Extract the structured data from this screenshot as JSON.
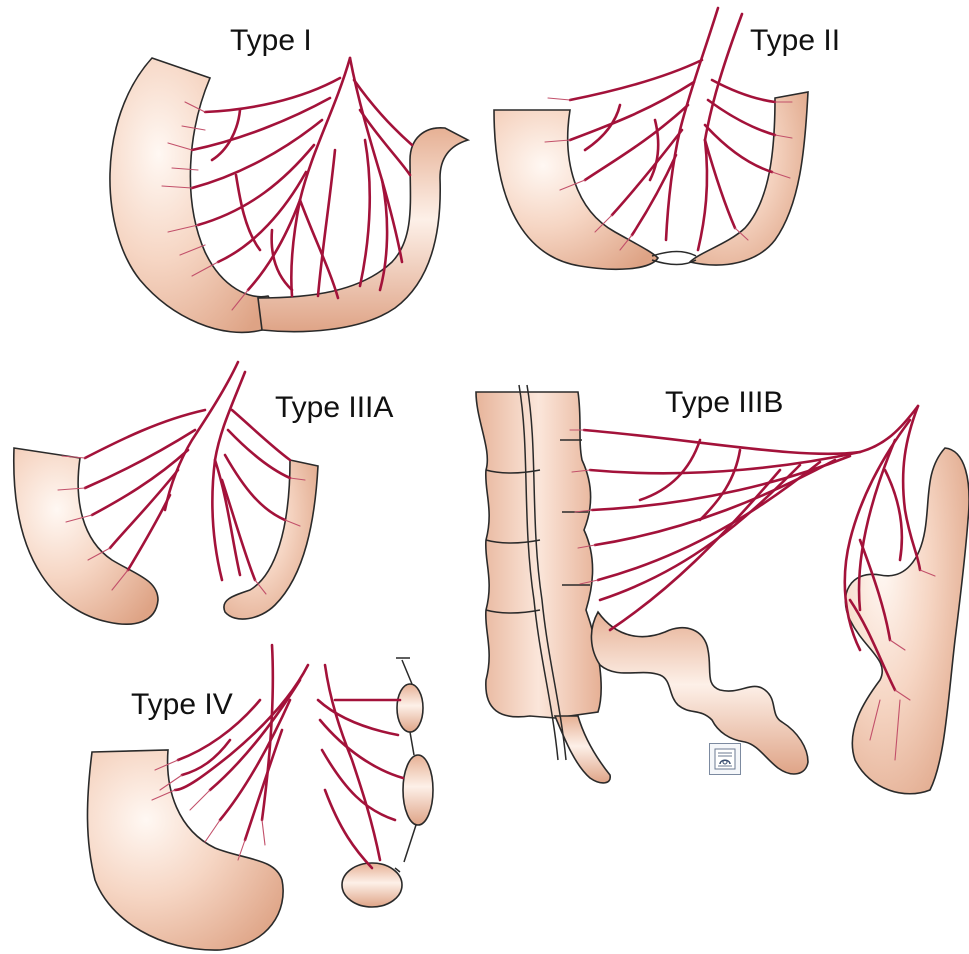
{
  "panels": [
    {
      "id": "type-1",
      "label": "Type I"
    },
    {
      "id": "type-2",
      "label": "Type II"
    },
    {
      "id": "type-3a",
      "label": "Type IIIA"
    },
    {
      "id": "type-3b",
      "label": "Type IIIB"
    },
    {
      "id": "type-4",
      "label": "Type IV"
    }
  ],
  "colors": {
    "bowel_light": "#fdf1ea",
    "bowel_dark": "#e2a98d",
    "vessel": "#a3123a",
    "twig": "#c2506a",
    "outline": "#2a2a2a"
  },
  "icons": {
    "overlay": "document-camera-icon"
  }
}
